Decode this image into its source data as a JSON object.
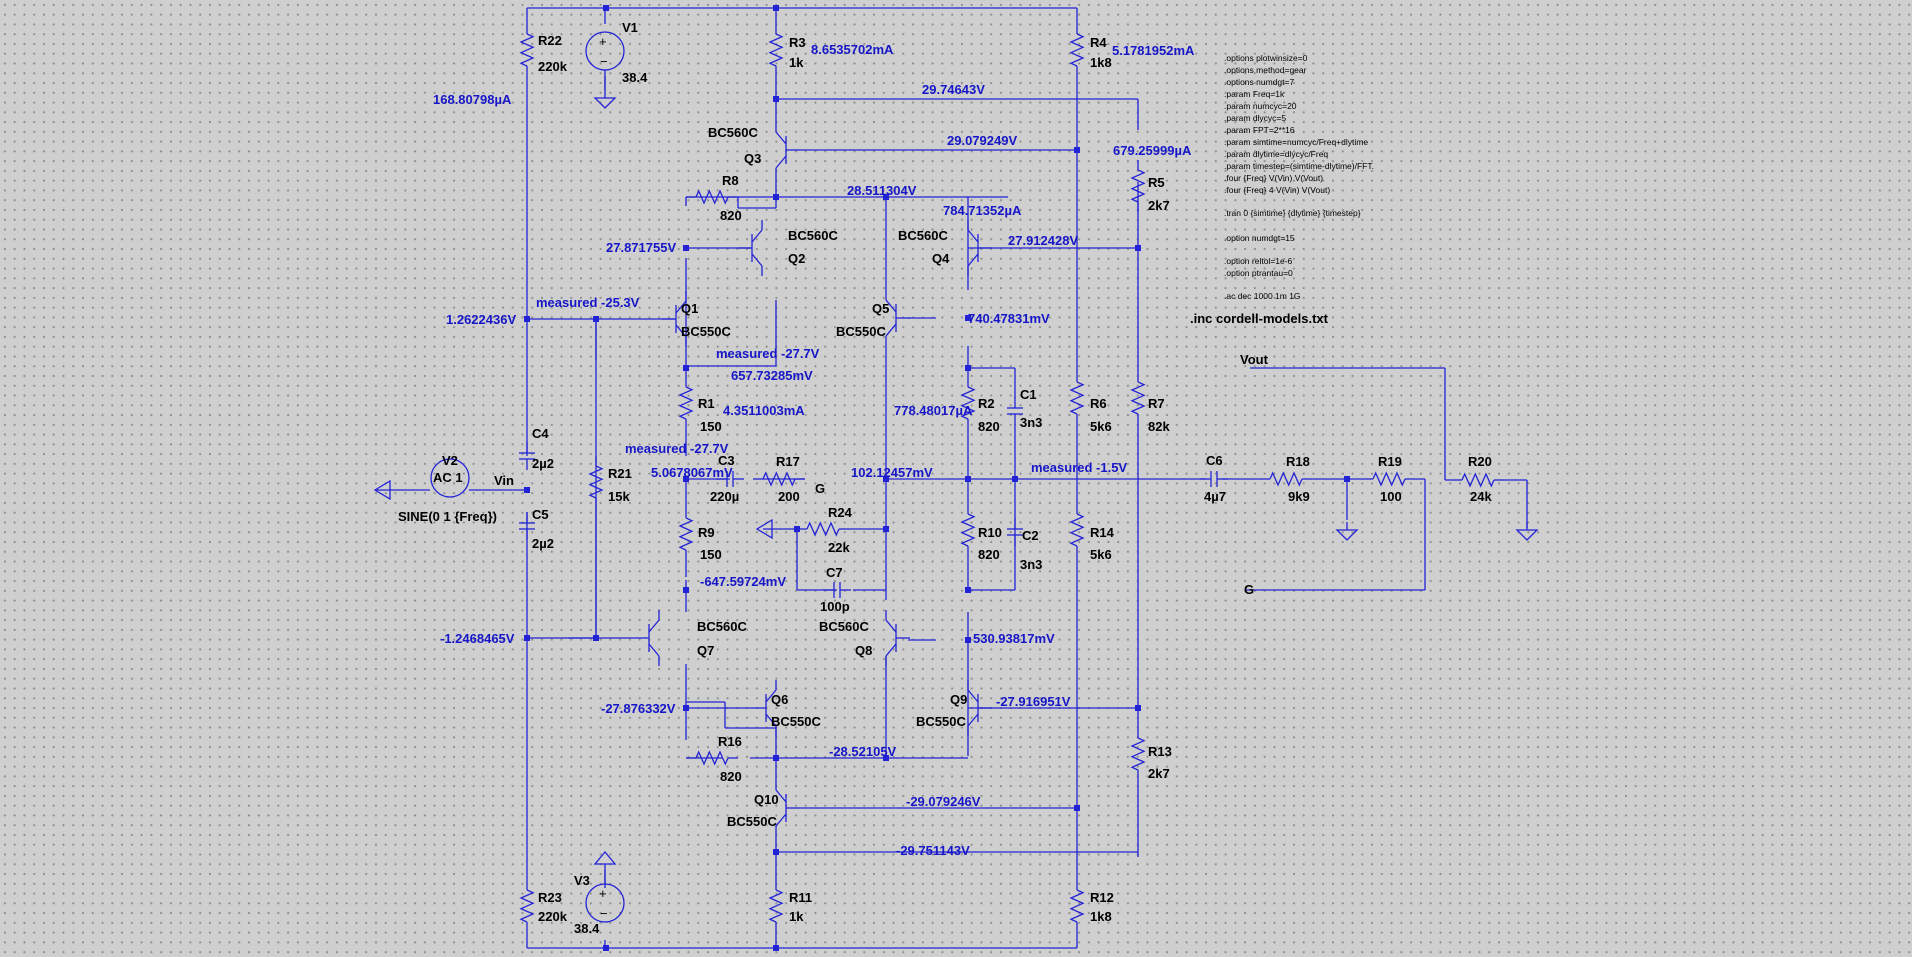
{
  "colors": {
    "wire": "#2323d6",
    "annotation": "#1616c8",
    "text": "#000000",
    "background": "#cfcfcf"
  },
  "directives": [
    ".options plotwinsize=0",
    ".options method=gear",
    ".options numdgt=7",
    ".param Freq=1k",
    ".param numcyc=20",
    ".param dlycyc=5",
    ".param FPT=2**16",
    ".param simtime=numcyc/Freq+dlytime",
    ".param dlytime=dlycyc/Freq",
    ".param timestep=(simtime-dlytime)/FFT.",
    ".four {Freq} V(Vin) V(Vout)",
    ".four {Freq} 4 V(Vin) V(Vout)",
    ".tran 0 {simtime} {dlytime} {timestep}",
    ".option numdgt=15",
    ".option reltol=1e-6",
    ".option ptrantau=0",
    ".ac dec 1000 1m 1G"
  ],
  "include": ".inc cordell-models.txt",
  "components": {
    "r22": {
      "name": "R22",
      "value": "220k"
    },
    "r23": {
      "name": "R23",
      "value": "220k"
    },
    "v1": {
      "name": "V1",
      "value": "38.4"
    },
    "v3": {
      "name": "V3",
      "value": "38.4"
    },
    "v2": {
      "name": "V2",
      "ac": "AC 1",
      "value": "SINE(0 1 {Freq})"
    },
    "r3": {
      "name": "R3",
      "value": "1k"
    },
    "r11": {
      "name": "R11",
      "value": "1k"
    },
    "r4": {
      "name": "R4",
      "value": "1k8"
    },
    "r12": {
      "name": "R12",
      "value": "1k8"
    },
    "r5": {
      "name": "R5",
      "value": "2k7"
    },
    "r13": {
      "name": "R13",
      "value": "2k7"
    },
    "r8": {
      "name": "R8",
      "value": "820"
    },
    "r16": {
      "name": "R16",
      "value": "820"
    },
    "r1": {
      "name": "R1",
      "value": "150"
    },
    "r9": {
      "name": "R9",
      "value": "150"
    },
    "r2": {
      "name": "R2",
      "value": "820"
    },
    "r10": {
      "name": "R10",
      "value": "820"
    },
    "r6": {
      "name": "R6",
      "value": "5k6"
    },
    "r14": {
      "name": "R14",
      "value": "5k6"
    },
    "r7": {
      "name": "R7",
      "value": "82k"
    },
    "r21": {
      "name": "R21",
      "value": "15k"
    },
    "r17": {
      "name": "R17",
      "value": "200"
    },
    "r24": {
      "name": "R24",
      "value": "22k"
    },
    "r18": {
      "name": "R18",
      "value": "9k9"
    },
    "r19": {
      "name": "R19",
      "value": "100"
    },
    "r20": {
      "name": "R20",
      "value": "24k"
    },
    "c1": {
      "name": "C1",
      "value": "3n3"
    },
    "c2": {
      "name": "C2",
      "value": "3n3"
    },
    "c3": {
      "name": "C3",
      "value": "220µ"
    },
    "c4": {
      "name": "C4",
      "value": "2µ2"
    },
    "c5": {
      "name": "C5",
      "value": "2µ2"
    },
    "c6": {
      "name": "C6",
      "value": "4µ7"
    },
    "c7": {
      "name": "C7",
      "value": "100p"
    },
    "q1": {
      "name": "Q1",
      "model": "BC550C"
    },
    "q2": {
      "name": "Q2",
      "model": "BC560C"
    },
    "q3": {
      "name": "Q3",
      "model": "BC560C"
    },
    "q4": {
      "name": "Q4",
      "model": "BC560C"
    },
    "q5": {
      "name": "Q5",
      "model": "BC550C"
    },
    "q6": {
      "name": "Q6",
      "model": "BC550C"
    },
    "q7": {
      "name": "Q7",
      "model": "BC560C"
    },
    "q8": {
      "name": "Q8",
      "model": "BC560C"
    },
    "q9": {
      "name": "Q9",
      "model": "BC550C"
    },
    "q10": {
      "name": "Q10",
      "model": "BC550C"
    }
  },
  "nets": {
    "vin": "Vin",
    "vout": "Vout",
    "g_left": "G",
    "g_right": "G"
  },
  "readouts": {
    "i_r22": "168.80798µA",
    "i_r3": "8.6535702mA",
    "i_r4": "5.1781952mA",
    "v_q3c": "29.74643V",
    "v_q3b": "29.079249V",
    "i_r5": "679.25999µA",
    "v_top": "28.511304V",
    "i_q4": "784.71352µA",
    "v_q2b": "27.871755V",
    "v_q4b": "27.912428V",
    "v_q1b": "1.2622436V",
    "v_q5e": "740.47831mV",
    "v_q1e": "657.73285mV",
    "i_r1": "4.3511003mA",
    "i_r2": "778.48017µA",
    "v_c3": "5.0678067mV",
    "v_out": "102.12457mV",
    "v_q7e": "-647.59724mV",
    "v_q8e": "530.93817mV",
    "v_q7b": "-1.2468465V",
    "v_q6b": "-27.876332V",
    "v_q9b": "-27.916951V",
    "v_bot": "-28.52105V",
    "v_q10b": "-29.079246V",
    "v_q10c": "-29.751143V"
  },
  "notes": {
    "m1": "measured -25.3V",
    "m2": "measured -27.7V",
    "m3": "measured -27.7V",
    "m4": "measured -1.5V"
  }
}
